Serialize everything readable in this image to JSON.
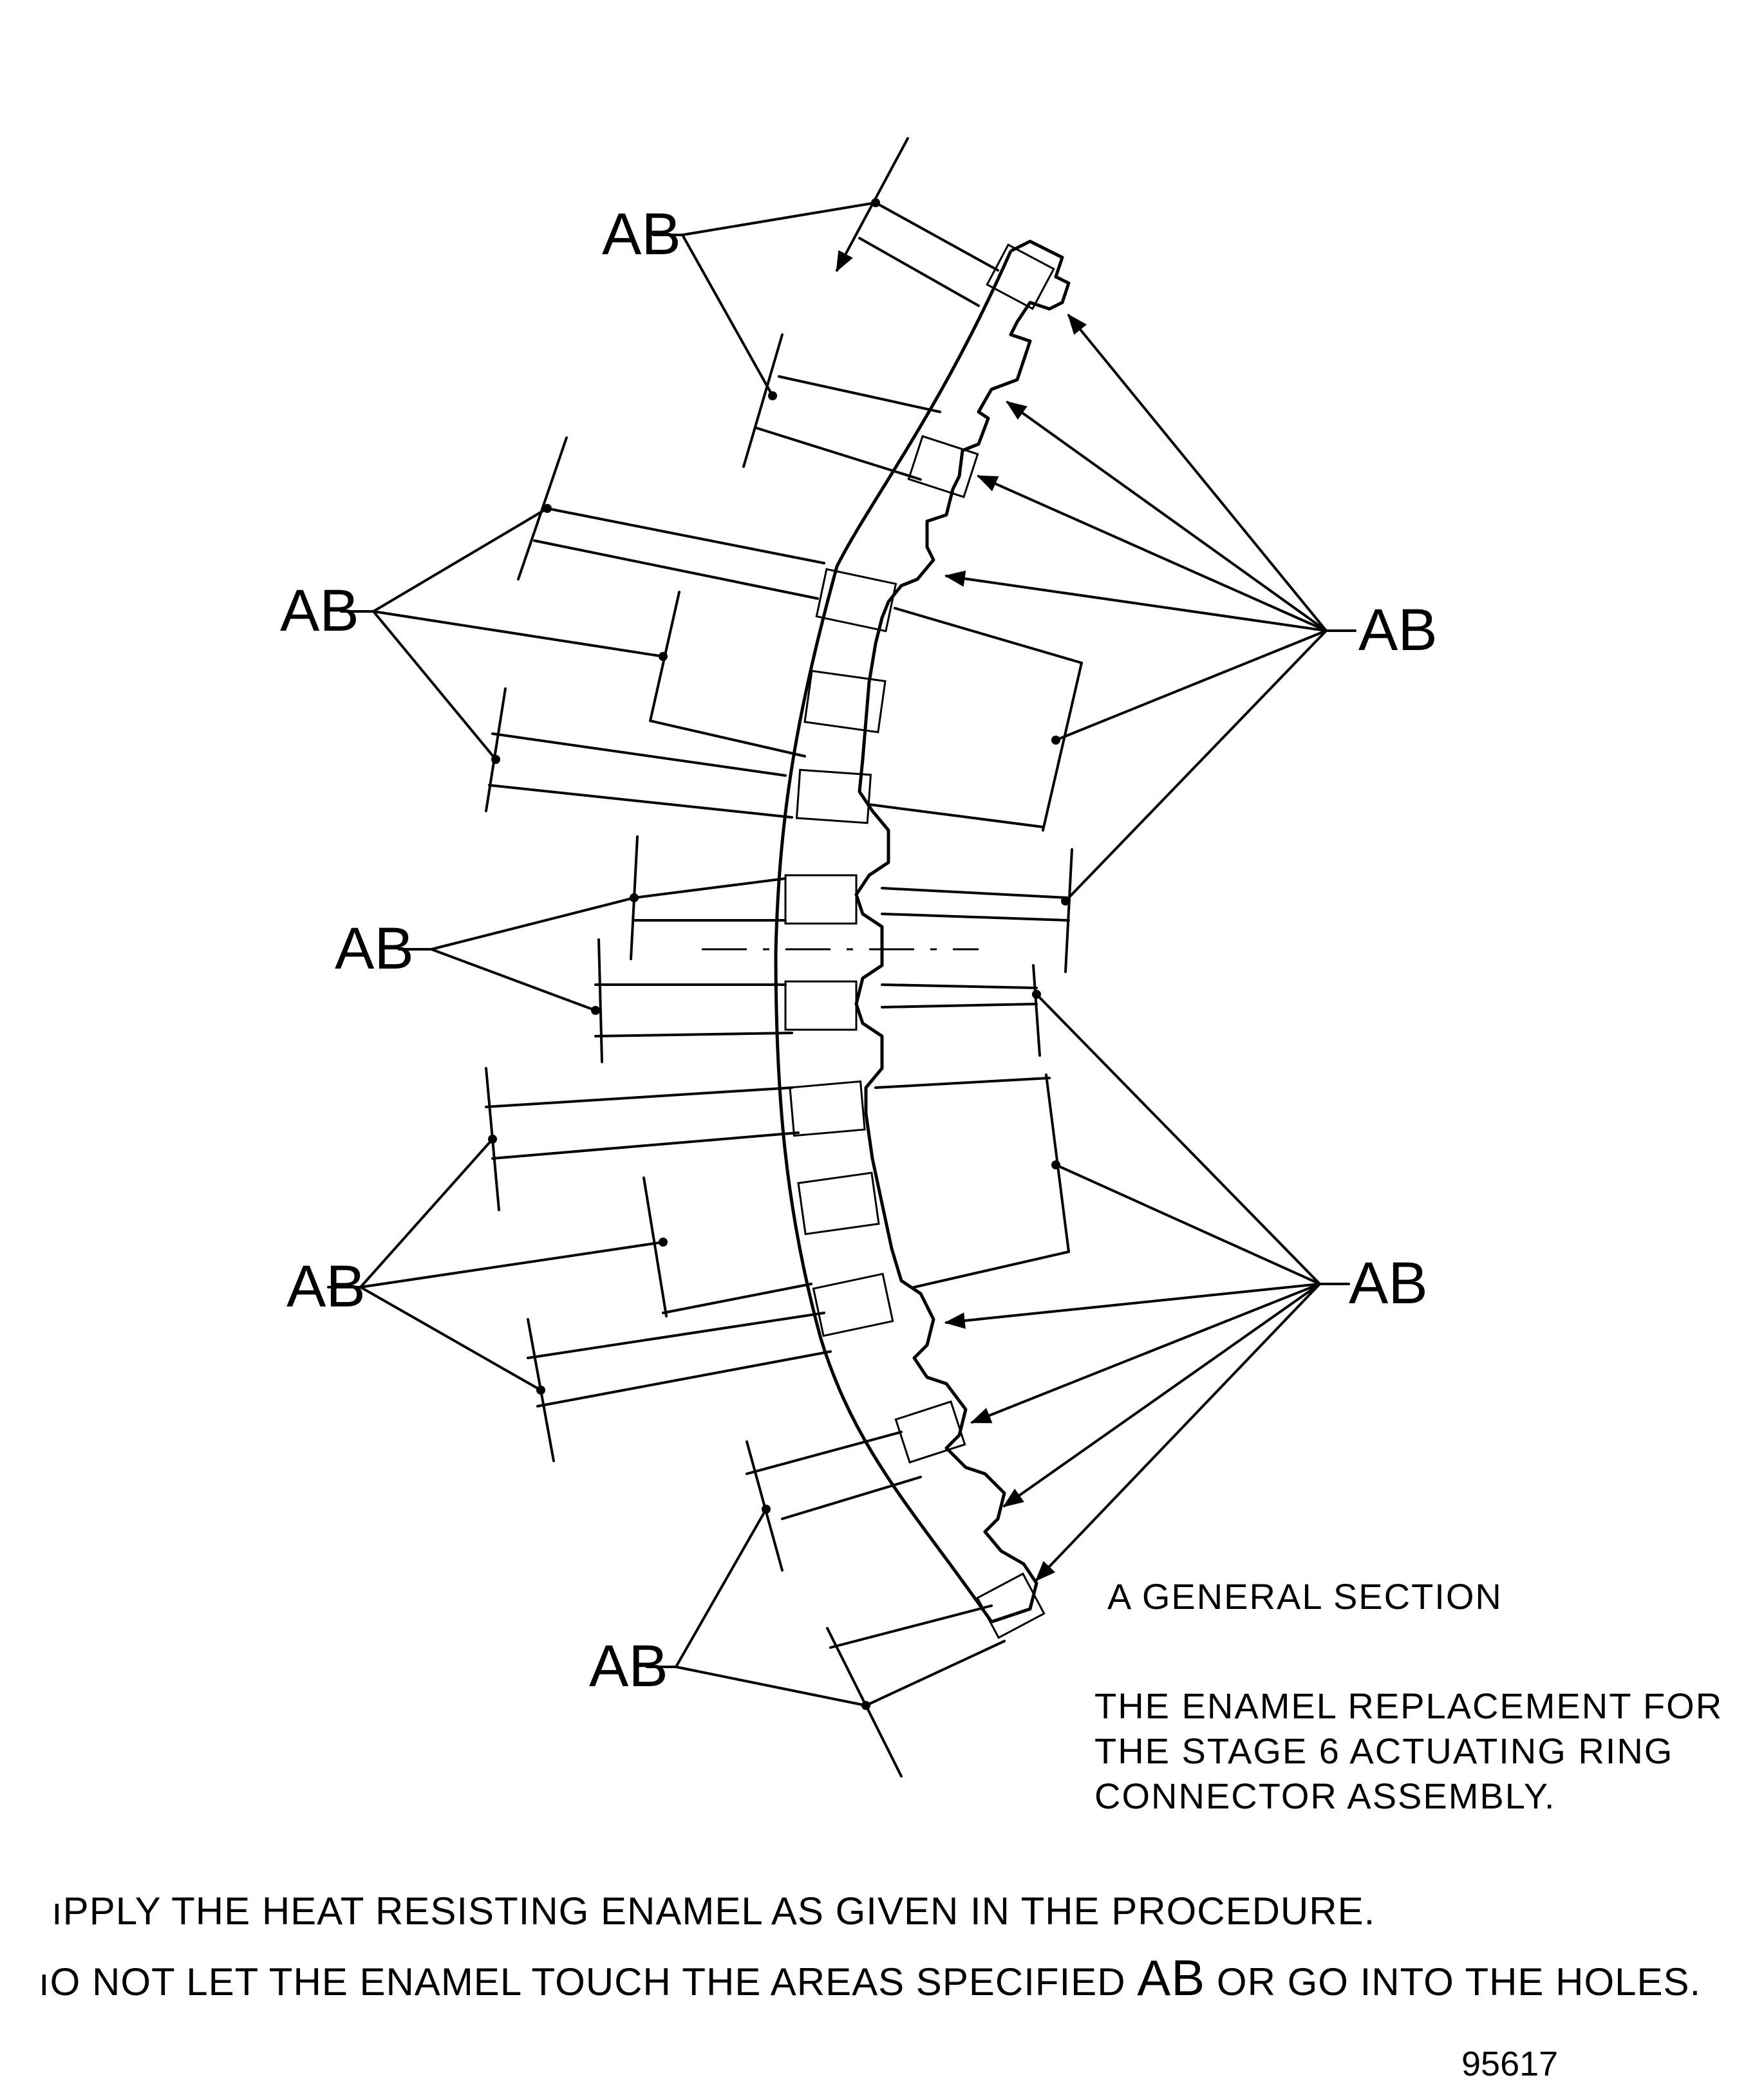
{
  "labels": {
    "ab_mark": "AB"
  },
  "caption": {
    "section": "A GENERAL SECTION",
    "desc_line1": "THE ENAMEL REPLACEMENT FOR",
    "desc_line2": "THE STAGE 6 ACTUATING RING",
    "desc_line3": "CONNECTOR ASSEMBLY."
  },
  "notes": {
    "line1": "ıPPLY THE HEAT RESISTING ENAMEL AS GIVEN IN THE PROCEDURE.",
    "line2_a": "ıO NOT LET THE ENAMEL TOUCH THE AREAS SPECIFIED ",
    "line2_ab": "AB",
    "line2_b": " OR GO INTO THE HOLES."
  },
  "figure_number": "95617",
  "colors": {
    "ink": "#000000",
    "paper": "#ffffff"
  }
}
